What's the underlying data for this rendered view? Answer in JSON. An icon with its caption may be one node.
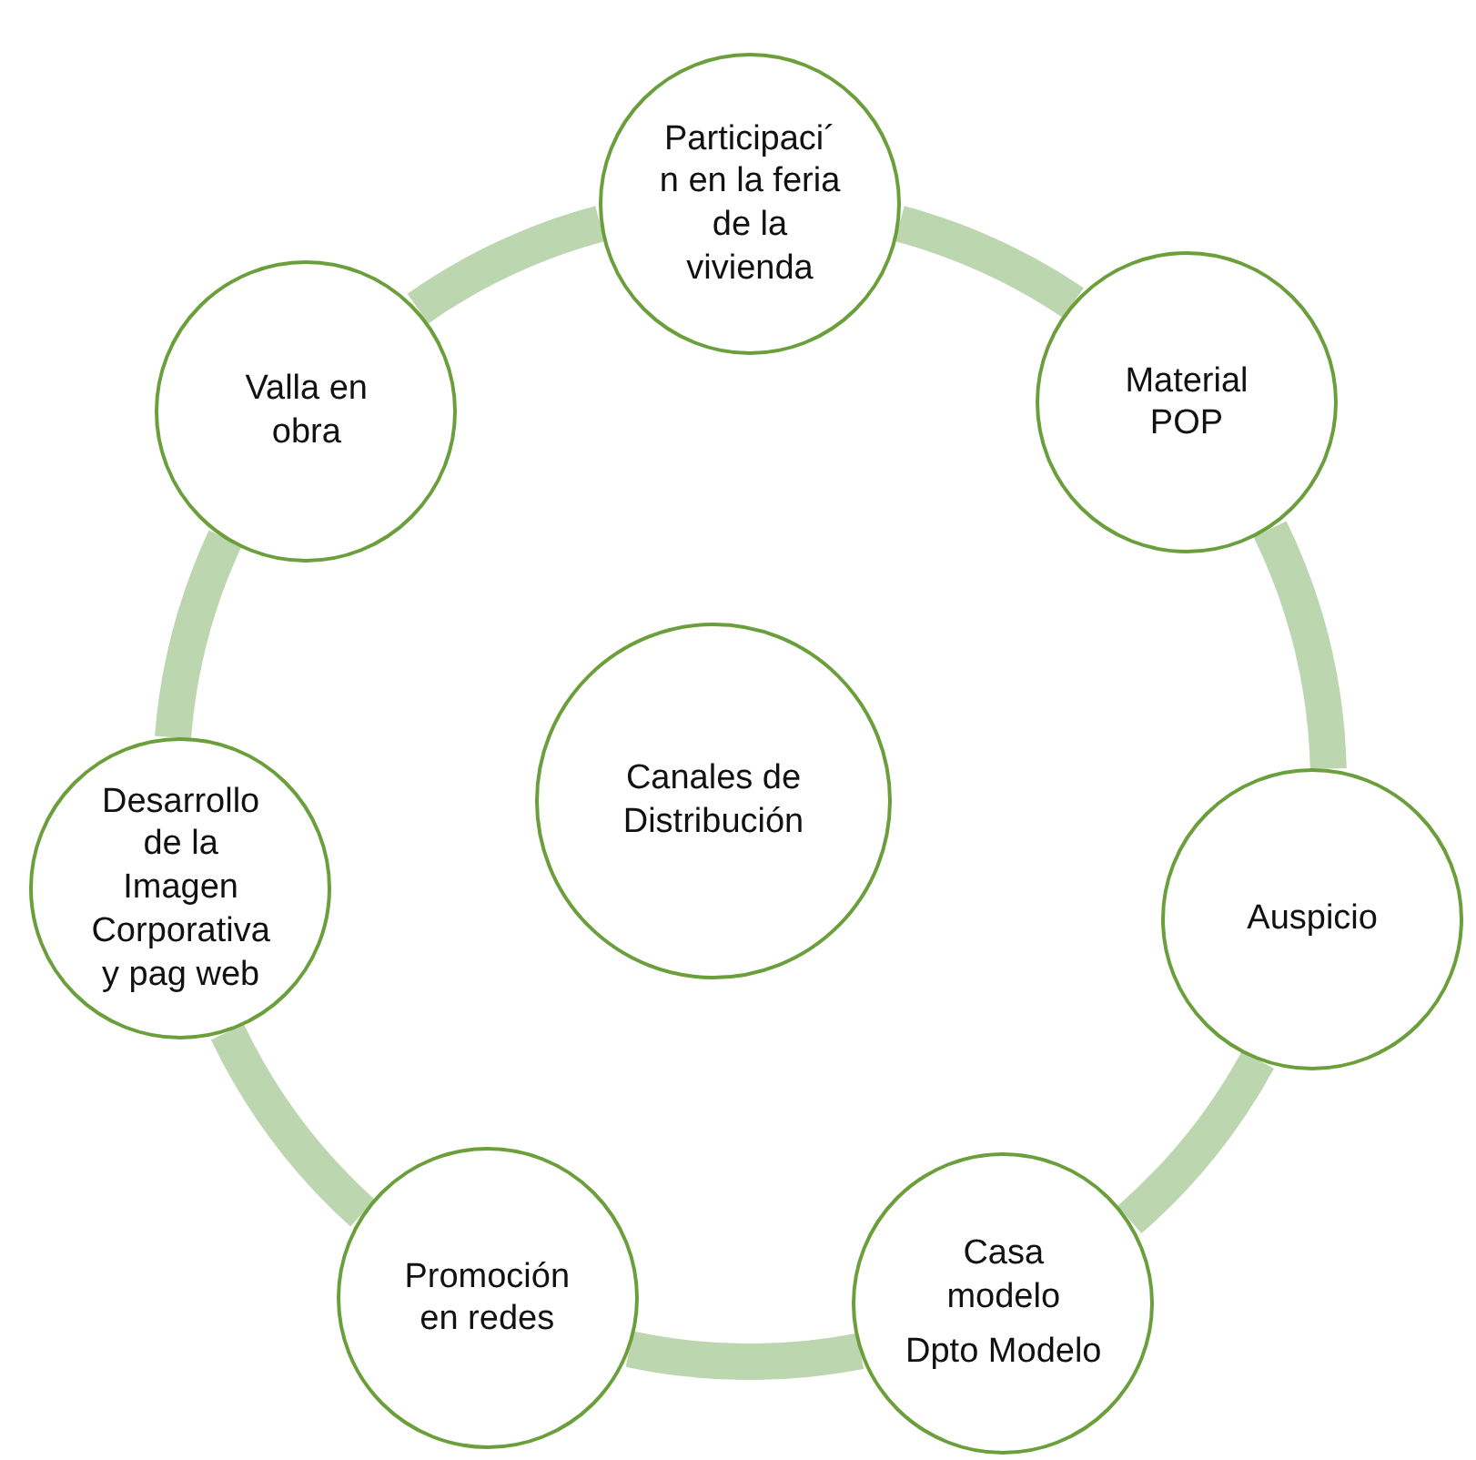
{
  "diagram": {
    "nodes": [
      {
        "text": [
          "Participaci´ n en la feria de la vivienda"
        ]
      },
      {
        "text": [
          "Valla en obra"
        ]
      },
      {
        "text": [
          "Material POP"
        ]
      },
      {
        "text": [
          "Canales de Distribución"
        ]
      },
      {
        "text": [
          "Desarrollo de la Imagen Corporativa y pag web"
        ]
      },
      {
        "text": [
          "Auspicio"
        ]
      },
      {
        "text": [
          "Promoción en redes"
        ]
      },
      {
        "text": [
          "Casa modelo",
          "Dpto Modelo"
        ]
      }
    ],
    "edges": [
      {
        "from": 0,
        "to": 2,
        "arrow": "none"
      },
      {
        "from": 2,
        "to": 5,
        "arrow": "none"
      },
      {
        "from": 5,
        "to": 7,
        "arrow": "none"
      },
      {
        "from": 7,
        "to": 6,
        "arrow": "none"
      },
      {
        "from": 6,
        "to": 4,
        "arrow": "none"
      },
      {
        "from": 4,
        "to": 1,
        "arrow": "none"
      },
      {
        "from": 1,
        "to": 0,
        "arrow": "none"
      }
    ]
  }
}
